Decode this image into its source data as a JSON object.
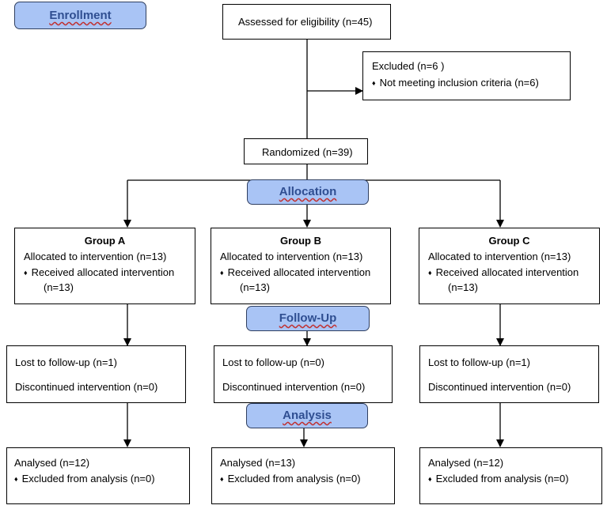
{
  "stages": {
    "enrollment": "Enrollment",
    "allocation": "Allocation",
    "follow_up": "Follow-Up",
    "analysis": "Analysis"
  },
  "assessed": "Assessed for eligibility (n=45)",
  "excluded": {
    "title": "Excluded  (n=6 )",
    "reason": "Not meeting inclusion criteria (n=6)"
  },
  "randomized": "Randomized (n=39)",
  "groups": [
    {
      "name": "Group A",
      "allocated": "Allocated to intervention (n=13)",
      "received": "Received allocated intervention",
      "received_n": "(n=13)",
      "lost": "Lost to follow-up (n=1)",
      "discontinued": "Discontinued intervention (n=0)",
      "analysed": "Analysed  (n=12)",
      "excluded_analysis": "Excluded from analysis (n=0)"
    },
    {
      "name": "Group B",
      "allocated": "Allocated to intervention (n=13)",
      "received": "Received allocated intervention",
      "received_n": "(n=13)",
      "lost": "Lost to follow-up (n=0)",
      "discontinued": "Discontinued intervention (n=0)",
      "analysed": "Analysed  (n=13)",
      "excluded_analysis": "Excluded from analysis (n=0)"
    },
    {
      "name": "Group C",
      "allocated": "Allocated to intervention (n=13)",
      "received": "Received allocated intervention",
      "received_n": "(n=13)",
      "lost": "Lost to follow-up (n=1)",
      "discontinued": "Discontinued intervention (n=0)",
      "analysed": "Analysed  (n=12)",
      "excluded_analysis": "Excluded from analysis (n=0)"
    }
  ],
  "colors": {
    "stage_fill": "#a9c4f5",
    "stage_text": "#2f4e91"
  }
}
